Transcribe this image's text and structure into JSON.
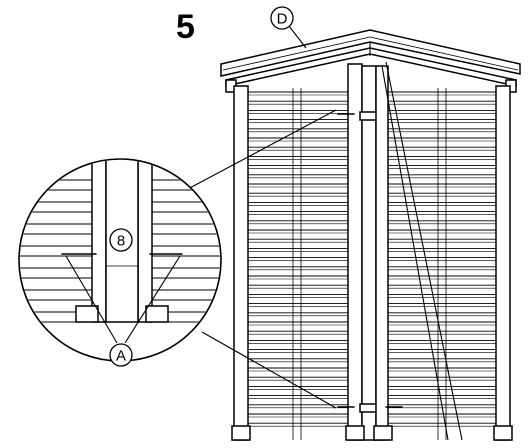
{
  "step": {
    "number": "5"
  },
  "callouts": {
    "panel": "D",
    "screw": "A",
    "count": "8"
  }
}
